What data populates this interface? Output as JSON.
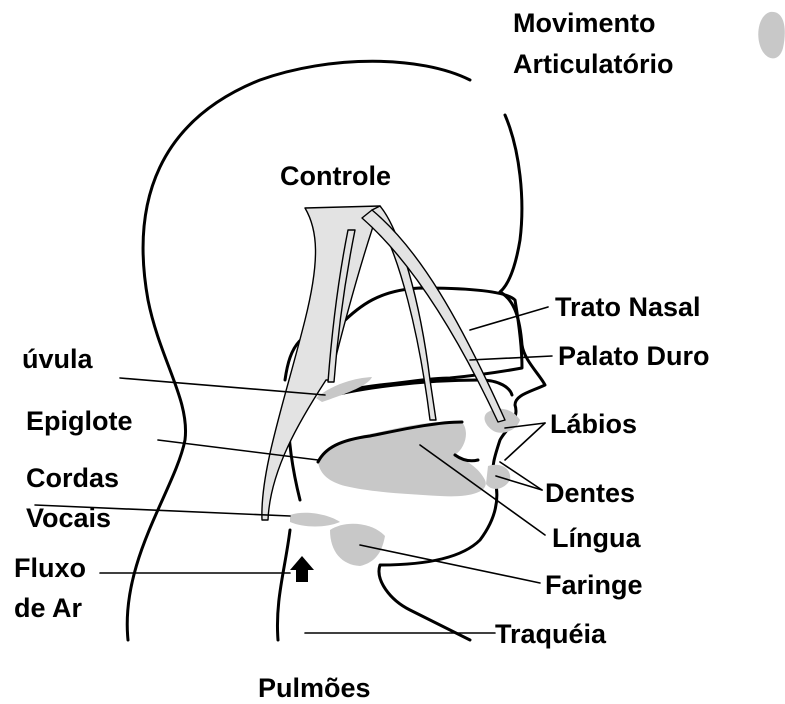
{
  "labels": {
    "legend_line1": "Movimento",
    "legend_line2": "Articulatório",
    "controle": "Controle",
    "trato_nasal": "Trato Nasal",
    "palato_duro": "Palato Duro",
    "uvula": "úvula",
    "epiglote": "Epiglote",
    "labios": "Lábios",
    "cordas_line1": "Cordas",
    "cordas_line2": "Vocais",
    "dentes": "Dentes",
    "lingua": "Língua",
    "fluxo_line1": "Fluxo",
    "fluxo_line2": "de Ar",
    "faringe": "Faringe",
    "traqueia": "Traquéia",
    "pulmoes": "Pulmões"
  },
  "colors": {
    "outline": "#000000",
    "articulator_shade": "#c8c8c8",
    "control_nerves": "#e3e3e3",
    "background": "#ffffff"
  },
  "icons": {
    "airflow_arrow": "up-arrow-icon",
    "legend_swatch": "gray-blob-icon"
  }
}
